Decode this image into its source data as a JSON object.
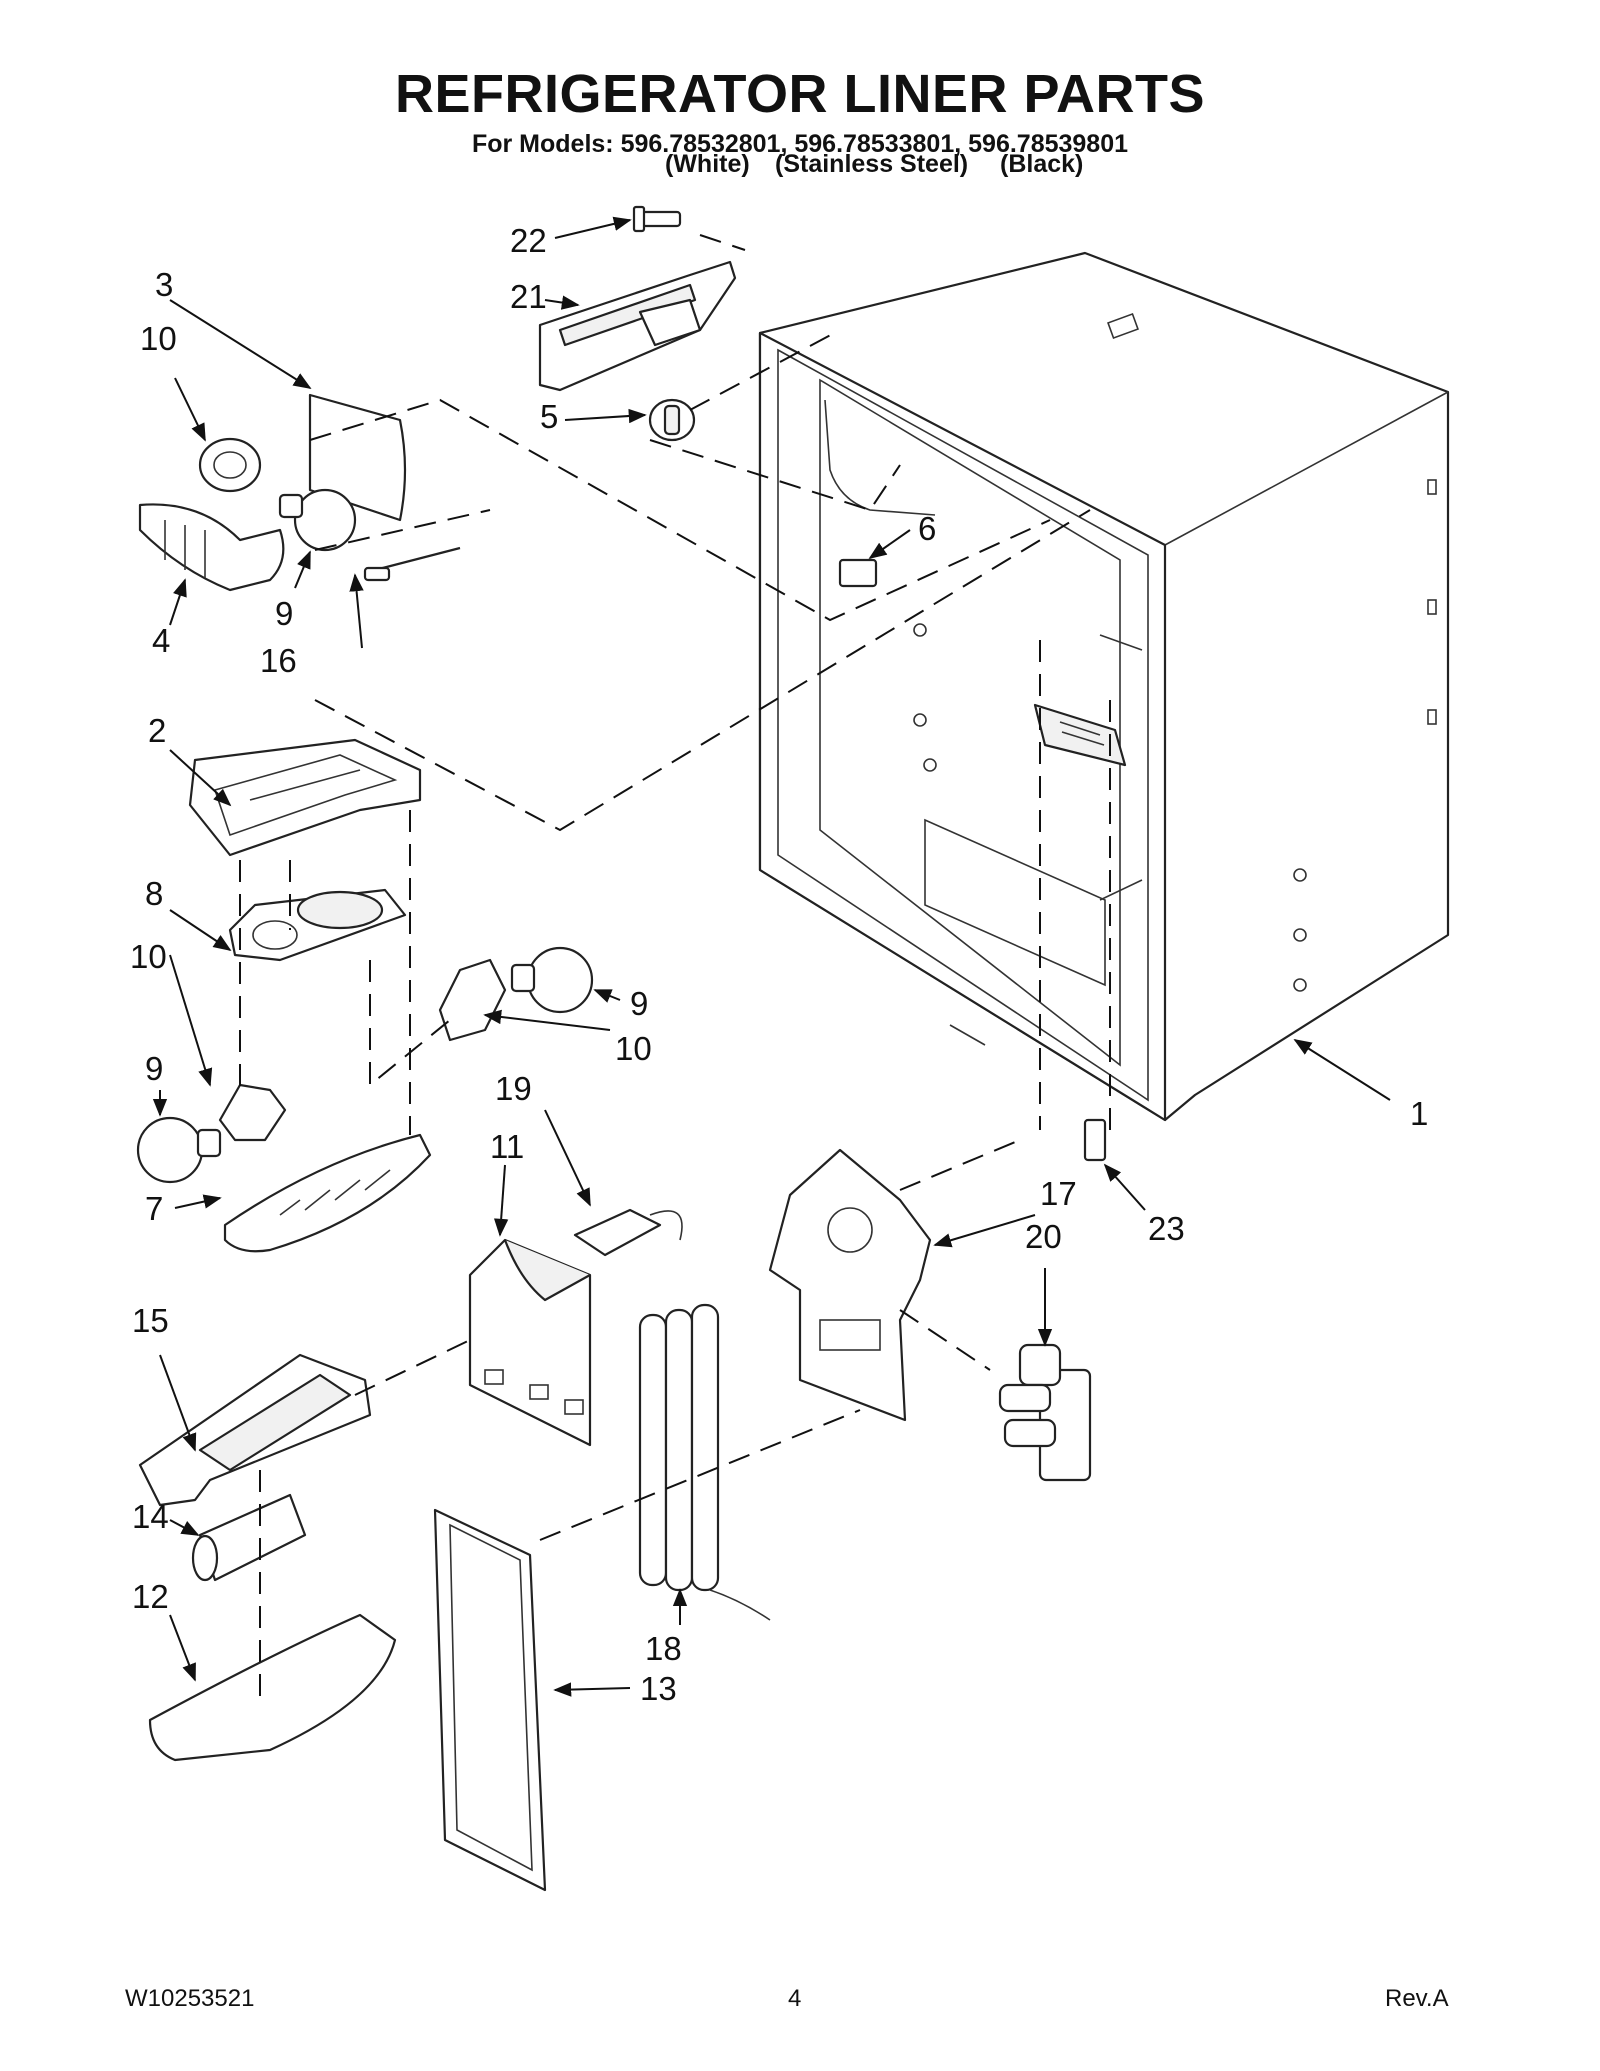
{
  "header": {
    "title": "REFRIGERATOR LINER PARTS",
    "models": "For Models: 596.78532801, 596.78533801, 596.78539801",
    "variants": [
      "(White)",
      "(Stainless Steel)",
      "(Black)"
    ]
  },
  "callouts": [
    "1",
    "2",
    "3",
    "4",
    "5",
    "6",
    "7",
    "8",
    "9",
    "10",
    "11",
    "12",
    "13",
    "14",
    "15",
    "16",
    "17",
    "18",
    "19",
    "20",
    "21",
    "22",
    "23"
  ],
  "footer": {
    "doc_number": "W10253521",
    "page_number": "4",
    "revision": "Rev.A"
  }
}
